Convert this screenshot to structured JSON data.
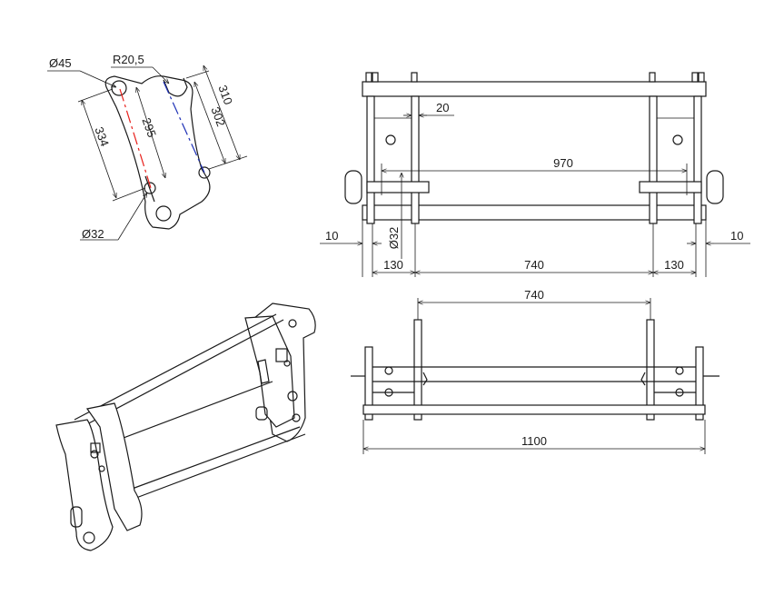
{
  "drawing": {
    "side_view": {
      "dim_hole_top": "Ø45",
      "dim_radius": "R20,5",
      "dim_width": "310",
      "dim_pin_spacing_b": "302",
      "dim_pin_spacing_a": "295",
      "dim_height": "334",
      "dim_pin_bottom": "Ø32",
      "centerline_colors": {
        "left": "#e8201c",
        "right": "#1c2fb5"
      }
    },
    "top_view": {
      "dim_plate": "20",
      "dim_pin_span": "970",
      "dim_pin": "Ø32",
      "dim_left_offset": "10",
      "dim_right_offset": "10",
      "dim_left_bay": "130",
      "dim_center": "740",
      "dim_right_bay": "130"
    },
    "front_view": {
      "dim_center": "740",
      "dim_overall": "1100"
    }
  }
}
